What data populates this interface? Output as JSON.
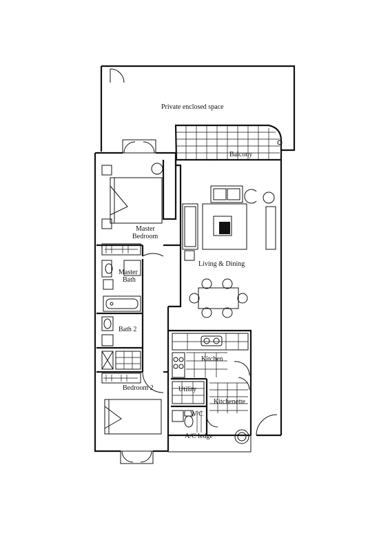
{
  "rooms": {
    "private_space": "Private enclosed space",
    "balcony": "Balcony",
    "master_bedroom_1": "Master",
    "master_bedroom_2": "Bedroom",
    "living_dining": "Living & Dining",
    "master_bath_1": "Master",
    "master_bath_2": "Bath",
    "bath2": "Bath 2",
    "kitchen": "Kitchen",
    "bedroom2": "Bedroom 2",
    "utility": "Utility",
    "kitchenette": "Kitchenette",
    "wc": "W/C",
    "ac_ledge": "A/C ledge"
  }
}
